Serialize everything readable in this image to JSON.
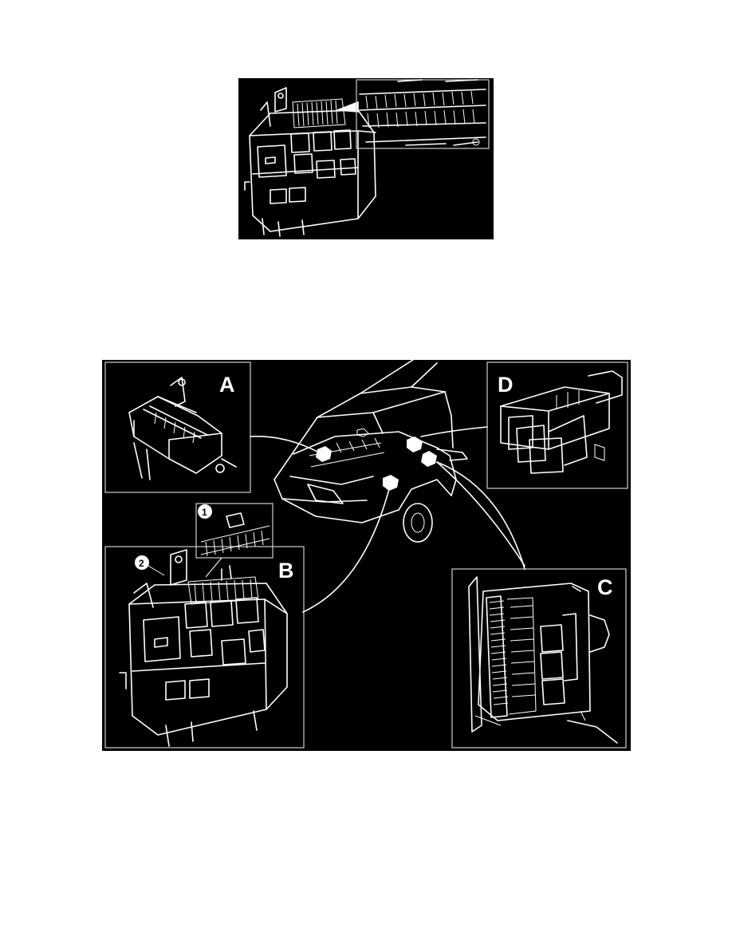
{
  "figures": {
    "top": {
      "icons": [
        "relay-box-icon",
        "fuse-strip-detail-icon"
      ]
    },
    "main": {
      "callouts": {
        "a": "A",
        "b": "B",
        "c": "C",
        "d": "D",
        "n1": "1",
        "n2": "2"
      },
      "icons": [
        "relay-box-a-icon",
        "relay-box-b-icon",
        "relay-panel-c-icon",
        "relay-block-d-icon",
        "vehicle-icon"
      ]
    }
  },
  "colors": {
    "background": "#000000",
    "line": "#ffffff",
    "page": "#ffffff"
  }
}
